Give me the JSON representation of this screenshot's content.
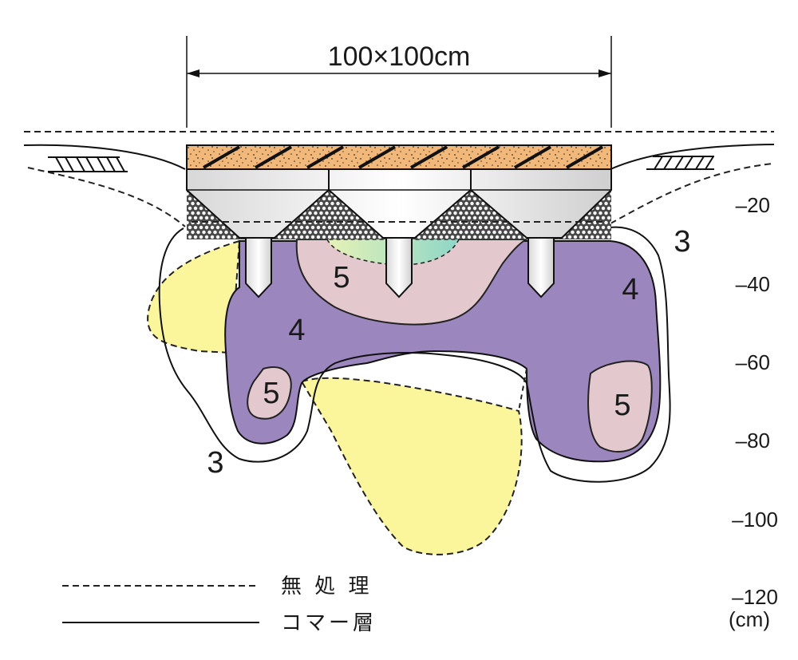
{
  "dimension": "100×100cm",
  "zones": [
    {
      "id": "zone-3-right",
      "label": "3"
    },
    {
      "id": "zone-3-left",
      "label": "3"
    },
    {
      "id": "zone-4-center",
      "label": "4"
    },
    {
      "id": "zone-4-right",
      "label": "4"
    },
    {
      "id": "zone-5-top",
      "label": "5"
    },
    {
      "id": "zone-5-left",
      "label": "5"
    },
    {
      "id": "zone-5-right",
      "label": "5"
    }
  ],
  "depth_axis": {
    "ticks": [
      "–20",
      "–40",
      "–60",
      "–80",
      "–100",
      "–120"
    ],
    "unit": "(cm)"
  },
  "legend": [
    {
      "line": "dashed",
      "label": "無 処 理"
    },
    {
      "line": "solid",
      "label": "コマー層"
    }
  ],
  "colors": {
    "zone4": "#9b86bd",
    "zone5": "#e3c9cd",
    "untreated_yellow": "#fbf59b",
    "surface_slab": "#f2b879",
    "aqua": "#9fd9c2"
  }
}
